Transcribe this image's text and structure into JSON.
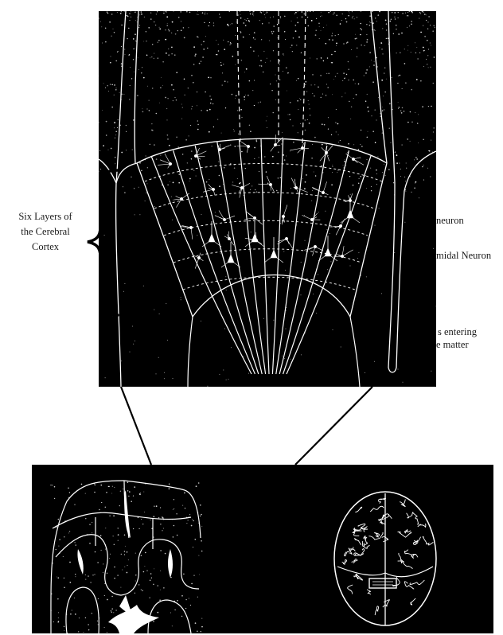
{
  "diagram": {
    "cortex_brace_label": {
      "line1": "Six Layers of",
      "line2": "the Cerebral",
      "line3": "Cortex"
    },
    "side_labels": {
      "neuron_label": "neuron",
      "pyramidal_label": "midal Neuron",
      "fibers_label_line1": "s entering",
      "fibers_label_line2": "e matter"
    },
    "colors": {
      "panel_background": "#000000",
      "drawing_stroke": "#ffffff",
      "connector_line": "#000000",
      "label_text": "#1a1a1a"
    }
  }
}
